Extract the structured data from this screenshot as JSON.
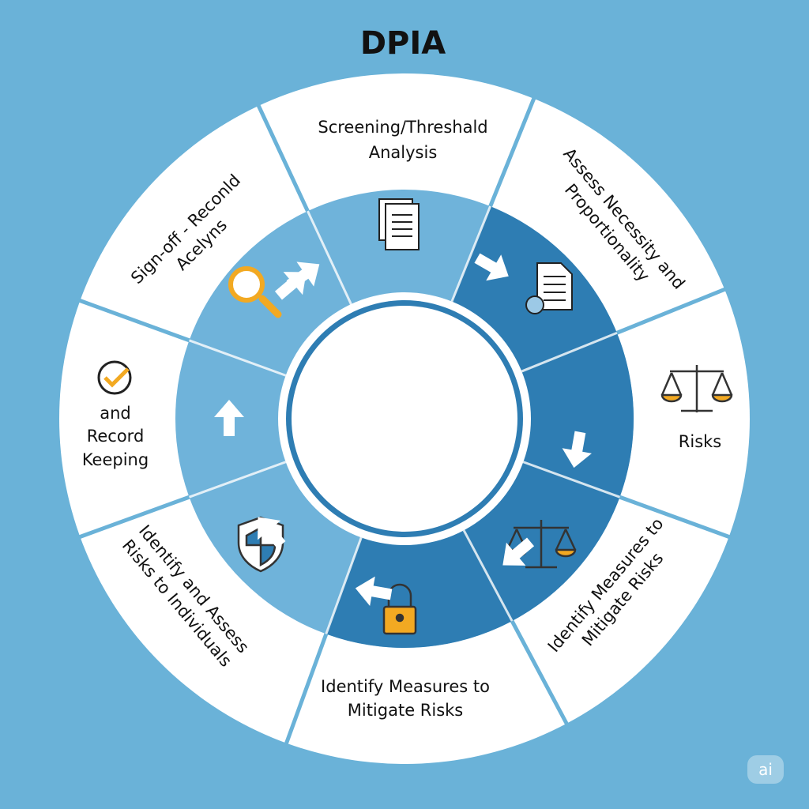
{
  "title": "DPIA",
  "segments": {
    "top": [
      "Screening/Threshald",
      "Analysis"
    ],
    "top_right": [
      "Assess Necessity and",
      "Proportionality"
    ],
    "right": [
      "Risks"
    ],
    "bottom_right": [
      "Identify Measures to",
      "Mitigate Risks"
    ],
    "bottom": [
      "Identify Measures to",
      "Mitigate Risks"
    ],
    "bottom_left": [
      "Identify and Assess",
      "Risks to Individuals"
    ],
    "left": [
      "and",
      "Record",
      "Keeping"
    ],
    "top_left": [
      "Sign-off - Reconld",
      "Acelyns"
    ]
  },
  "watermark": "ai",
  "colors": {
    "background": "#6ab2d8",
    "light_ring": "#6fb3da",
    "dark_ring": "#2e7db3",
    "icon_accent": "#f2a922"
  }
}
